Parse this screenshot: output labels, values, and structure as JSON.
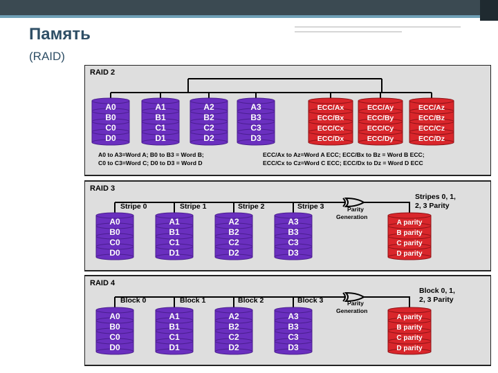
{
  "slide": {
    "title": "Память",
    "subtitle": "(RAID)"
  },
  "colors": {
    "purple_disk": "#6a2fbf",
    "purple_disk_dark": "#4a1e8f",
    "red_disk": "#d9262b",
    "red_disk_dark": "#8e1216",
    "panel_bg": "#dedede"
  },
  "raid2": {
    "label": "RAID 2",
    "data_disks": [
      [
        "A0",
        "B0",
        "C0",
        "D0"
      ],
      [
        "A1",
        "B1",
        "C1",
        "D1"
      ],
      [
        "A2",
        "B2",
        "C2",
        "D2"
      ],
      [
        "A3",
        "B3",
        "C3",
        "D3"
      ]
    ],
    "ecc_disks": [
      [
        "ECC/Ax",
        "ECC/Bx",
        "ECC/Cx",
        "ECC/Dx"
      ],
      [
        "ECC/Ay",
        "ECC/By",
        "ECC/Cy",
        "ECC/Dy"
      ],
      [
        "ECC/Az",
        "ECC/Bz",
        "ECC/Cz",
        "ECC/Dz"
      ]
    ],
    "caption_left": [
      "A0 to A3=Word A; B0 to B3 = Word B;",
      "C0 to C3=Word C; D0 to D3 = Word D"
    ],
    "caption_right": [
      "ECC/Ax to Az=Word A ECC; ECC/Bx to Bz = Word B ECC;",
      "ECC/Cx to Cz=Word C ECC; ECC/Dx to Dz = Word D ECC"
    ]
  },
  "raid3": {
    "label": "RAID 3",
    "headers": [
      "Stripe 0",
      "Stripe 1",
      "Stripe 2",
      "Stripe 3"
    ],
    "parity_gen": [
      "Parity",
      "Generation"
    ],
    "parity_head": [
      "Stripes 0, 1,",
      "2, 3 Parity"
    ],
    "data_disks": [
      [
        "A0",
        "B0",
        "C0",
        "D0"
      ],
      [
        "A1",
        "B1",
        "C1",
        "D1"
      ],
      [
        "A2",
        "B2",
        "C2",
        "D2"
      ],
      [
        "A3",
        "B3",
        "C3",
        "D3"
      ]
    ],
    "parity_disk": [
      "A parity",
      "B parity",
      "C parity",
      "D parity"
    ]
  },
  "raid4": {
    "label": "RAID 4",
    "headers": [
      "Block 0",
      "Block 1",
      "Block 2",
      "Block 3"
    ],
    "parity_gen": [
      "Parity",
      "Generation"
    ],
    "parity_head": [
      "Block 0, 1,",
      "2, 3 Parity"
    ],
    "data_disks": [
      [
        "A0",
        "B0",
        "C0",
        "D0"
      ],
      [
        "A1",
        "B1",
        "C1",
        "D1"
      ],
      [
        "A2",
        "B2",
        "C2",
        "D2"
      ],
      [
        "A3",
        "B3",
        "C3",
        "D3"
      ]
    ],
    "parity_disk": [
      "A parity",
      "B parity",
      "C parity",
      "D parity"
    ]
  }
}
